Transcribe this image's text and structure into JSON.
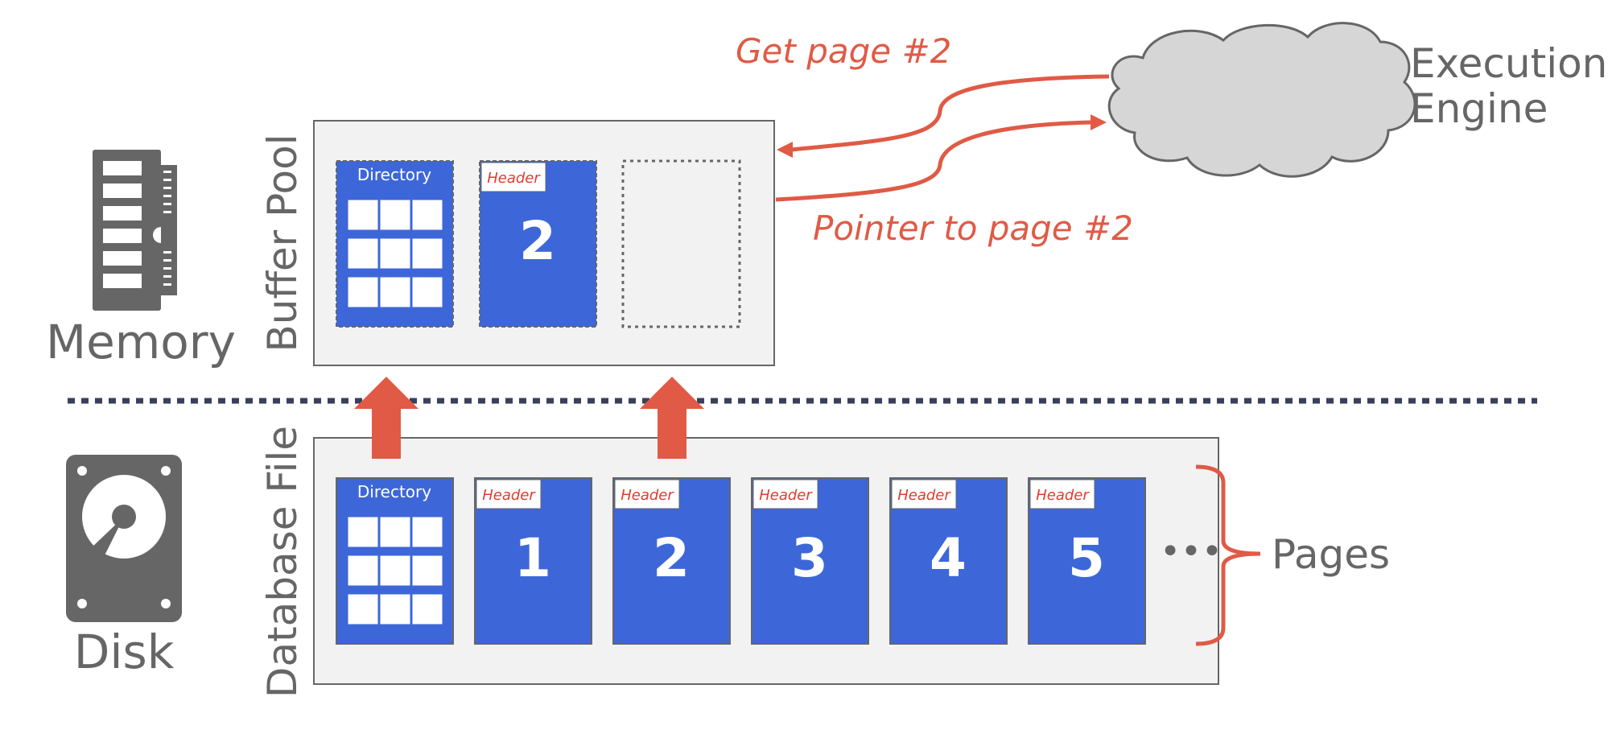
{
  "colors": {
    "page_blue": "#3d67d8",
    "accent_red": "#e05a45",
    "label_gray": "#666666",
    "panel_fill": "#f2f2f2",
    "cloud_fill": "#d6d6d6",
    "divider": "#3a3f5c"
  },
  "labels": {
    "memory": "Memory",
    "disk": "Disk",
    "buffer_pool": "Buffer Pool",
    "database_file": "Database File",
    "execution": "Execution",
    "engine": "Engine",
    "pages": "Pages",
    "ellipsis": "•••"
  },
  "arrows": {
    "request": "Get page #2",
    "response": "Pointer to page #2"
  },
  "buffer_pool": {
    "directory_label": "Directory",
    "page_header": "Header",
    "page_number": "2",
    "free_slot": "empty"
  },
  "database_file": {
    "directory_label": "Directory",
    "pages": [
      {
        "header": "Header",
        "number": "1"
      },
      {
        "header": "Header",
        "number": "2"
      },
      {
        "header": "Header",
        "number": "3"
      },
      {
        "header": "Header",
        "number": "4"
      },
      {
        "header": "Header",
        "number": "5"
      }
    ]
  },
  "icons": {
    "memory": "ram-module-icon",
    "disk": "hard-drive-icon",
    "engine": "cloud-icon"
  }
}
